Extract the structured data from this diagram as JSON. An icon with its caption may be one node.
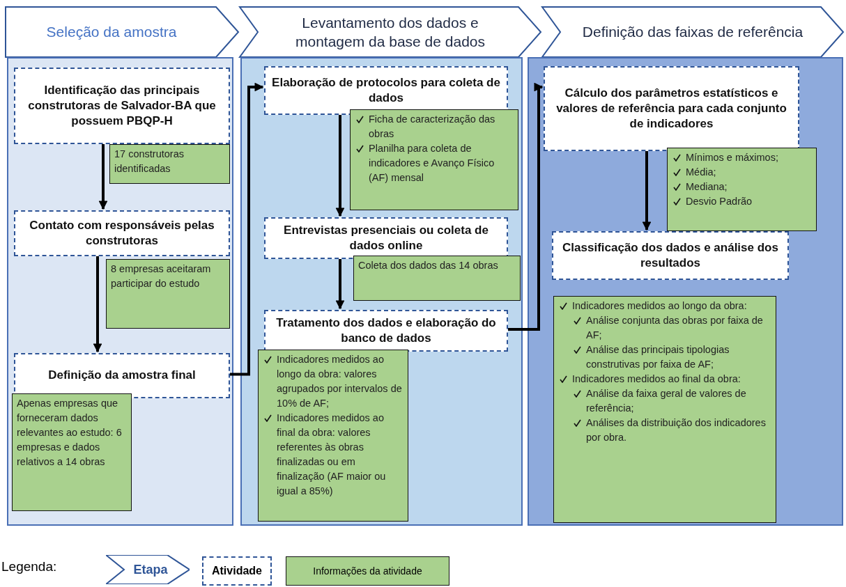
{
  "diagram": {
    "nodes": [
      {
        "text": [
          "Seleção da amostra"
        ]
      },
      {
        "text": [],
        "shape": "box"
      },
      {
        "text": [
          "Identificação das principais construtoras de Salvador-BA que possuem PBQP-H"
        ],
        "in": 1
      },
      {
        "text": [
          "17 construtoras identificadas"
        ],
        "in": 1
      },
      {
        "text": [
          "Contato com responsáveis pelas construtoras"
        ],
        "in": 1
      },
      {
        "text": [
          "8 empresas aceitaram participar do estudo"
        ],
        "in": 1
      },
      {
        "text": [
          "Definição da amostra final"
        ],
        "in": 1
      },
      {
        "text": [
          "Apenas empresas que forneceram dados relevantes ao estudo: 6 empresas e dados relativos a 14 obras"
        ],
        "in": 1
      },
      {
        "text": [
          "Levantamento dos dados e montagem da base de dados"
        ]
      },
      {
        "text": [],
        "shape": "box"
      },
      {
        "text": [
          "Elaboração de protocolos para coleta de dados"
        ],
        "in": 9
      },
      {
        "text": [
          "Ficha de caracterização das obras",
          "Planilha para coleta de indicadores e Avanço Físico (AF) mensal"
        ],
        "in": 9
      },
      {
        "text": [
          "Entrevistas presenciais ou coleta de dados online"
        ],
        "in": 9
      },
      {
        "text": [
          "Coleta dos dados das 14 obras"
        ],
        "in": 9
      },
      {
        "text": [
          "Tratamento dos dados e elaboração do banco de dados"
        ],
        "in": 9
      },
      {
        "text": [
          "Indicadores medidos ao longo da obra: valores agrupados por intervalos de 10% de AF;",
          "Indicadores medidos ao final da obra: valores referentes às obras finalizadas ou em finalização (AF maior ou igual a 85%)"
        ],
        "in": 9
      },
      {
        "text": [
          "Definição das faixas de referência"
        ]
      },
      {
        "text": [],
        "shape": "box"
      },
      {
        "text": [
          "Cálculo dos parâmetros estatísticos e valores de referência para cada conjunto de indicadores"
        ],
        "in": 17
      },
      {
        "text": [
          "Mínimos e máximos;",
          "Média;",
          "Mediana;",
          "Desvio Padrão"
        ],
        "in": 17
      },
      {
        "text": [
          "Classificação dos dados e análise dos resultados"
        ],
        "in": 17
      },
      {
        "text": [
          "Indicadores medidos ao longo da obra:",
          "Análise conjunta das obras por faixa de AF;",
          "Análise das principais tipologias construtivas por faixa de AF;",
          "Indicadores medidos ao final da obra:",
          "Análise da faixa geral de valores de referência;",
          "Análises da distribuição dos indicadores por obra."
        ],
        "in": 17
      }
    ],
    "edges": [
      {
        "from": 2,
        "to": 4,
        "arrow": "to"
      },
      {
        "from": 4,
        "to": 6,
        "arrow": "to"
      },
      {
        "from": 6,
        "to": 10,
        "arrow": "to"
      },
      {
        "from": 10,
        "to": 12,
        "arrow": "to"
      },
      {
        "from": 12,
        "to": 14,
        "arrow": "to"
      },
      {
        "from": 14,
        "to": 18,
        "arrow": "to"
      },
      {
        "from": 18,
        "to": 20,
        "arrow": "to"
      }
    ],
    "labels": [
      "Legenda:"
    ],
    "legend": [
      {
        "text": "Etapa"
      },
      {
        "text": "Atividade"
      },
      {
        "text": "Informações da atividade"
      }
    ]
  }
}
